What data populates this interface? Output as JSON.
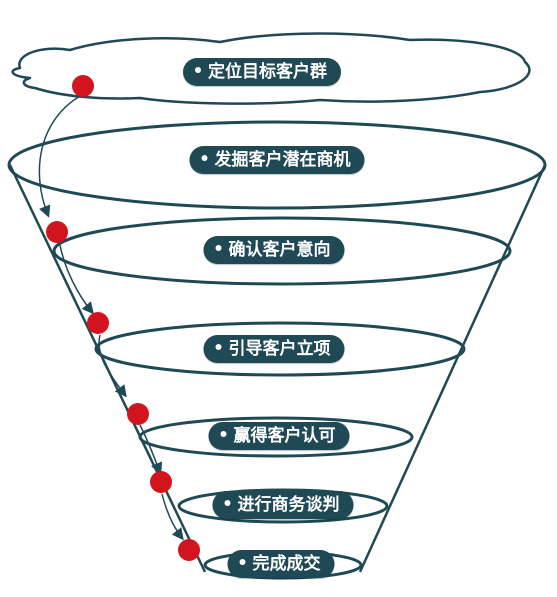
{
  "colors": {
    "outline": "#1f4a55",
    "label_bg": "#1f4a55",
    "label_text": "#ffffff",
    "dot": "#d2141e",
    "background": "#ffffff"
  },
  "stages": [
    {
      "label": "定位目标客户群"
    },
    {
      "label": "发掘客户潜在商机"
    },
    {
      "label": "确认客户意向"
    },
    {
      "label": "引导客户立项"
    },
    {
      "label": "赢得客户认可"
    },
    {
      "label": "进行商务谈判"
    },
    {
      "label": "完成成交"
    }
  ]
}
